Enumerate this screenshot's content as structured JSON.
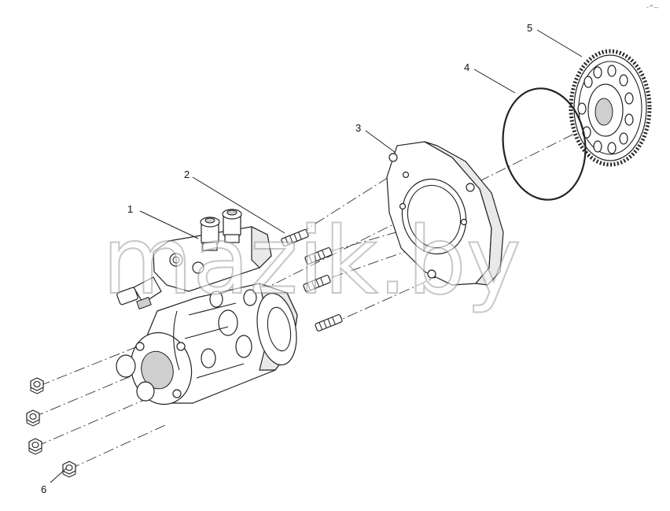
{
  "callouts": [
    "1",
    "2",
    "3",
    "4",
    "5",
    "6"
  ],
  "watermark": "mazik.by",
  "corner_mark": "-^--"
}
